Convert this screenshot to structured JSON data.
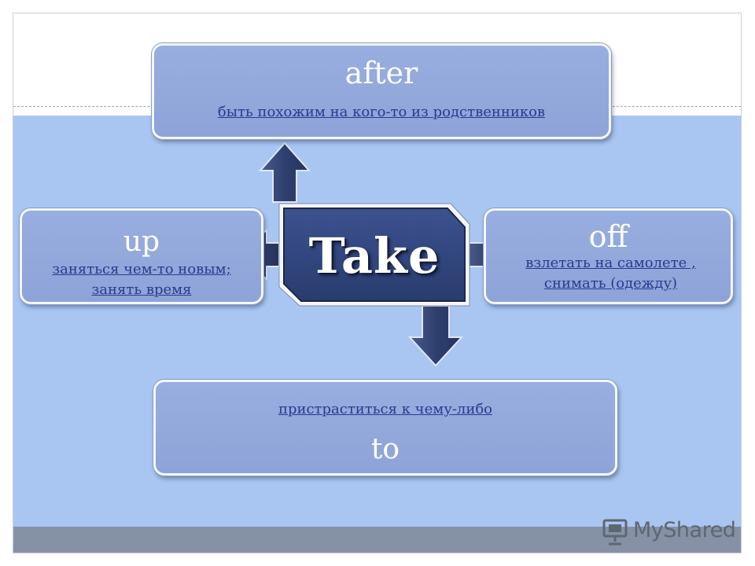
{
  "diagram": {
    "center": {
      "label": "Take"
    },
    "nodes": {
      "after": {
        "title": "after",
        "text": "быть похожим на кого-то из родственников"
      },
      "up": {
        "title": "up",
        "text_line1": "заняться чем-то новым;",
        "text_line2": "занять время"
      },
      "off": {
        "title": "off",
        "text_line1": "взлетать на самолете ,",
        "text_line2": "снимать (одежду)"
      },
      "to": {
        "title": "to",
        "text": "пристраститься к чему-либо"
      }
    },
    "colors": {
      "box_fill": "#98aee0",
      "center_fill": "#2f4479",
      "arrow_fill": "#2f3f6e",
      "link_text": "#2a3a8f",
      "slide_background": "#a9c6f2"
    }
  },
  "watermark": {
    "text": "MyShared",
    "icon": "projector-icon"
  }
}
